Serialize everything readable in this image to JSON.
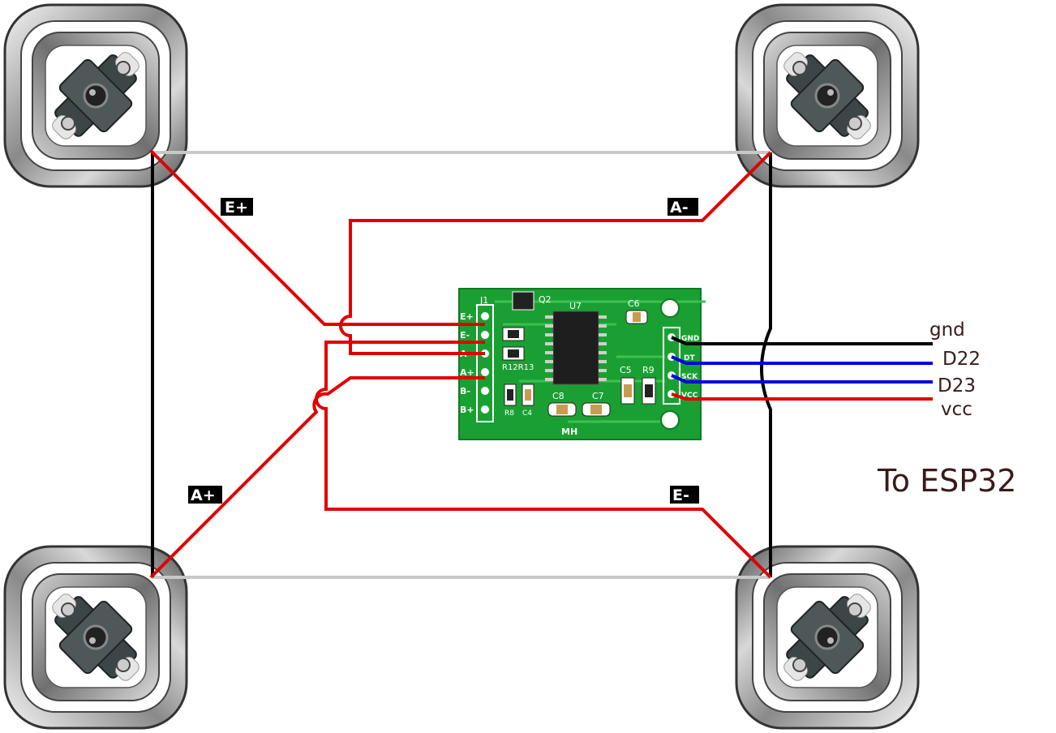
{
  "wire_labels": {
    "e_plus": "E+",
    "a_minus": "A-",
    "a_plus": "A+",
    "e_minus": "E-"
  },
  "board": {
    "j1": "J1",
    "q2": "Q2",
    "u7": "U7",
    "c6": "C6",
    "c5": "C5",
    "r9": "R9",
    "c8": "C8",
    "c7": "C7",
    "r12r13": "R12R13",
    "r8": "R8",
    "c4": "C4",
    "mh": "MH",
    "left_pins": [
      "E+",
      "E-",
      "A-",
      "A+",
      "B-",
      "B+"
    ],
    "right_pins": [
      "GND",
      "DT",
      "SCK",
      "VCC"
    ]
  },
  "esp_pins": {
    "gnd": "gnd",
    "d22": "D22",
    "d23": "D23",
    "vcc": "vcc"
  },
  "target_label": "To ESP32",
  "colors": {
    "red_wire": "#e00000",
    "black_wire": "#000000",
    "blue_wire": "#0000e0",
    "gray_wire": "#c8c8c8",
    "pcb_green": "#1aa032",
    "text_dark": "#3a1a1a"
  }
}
